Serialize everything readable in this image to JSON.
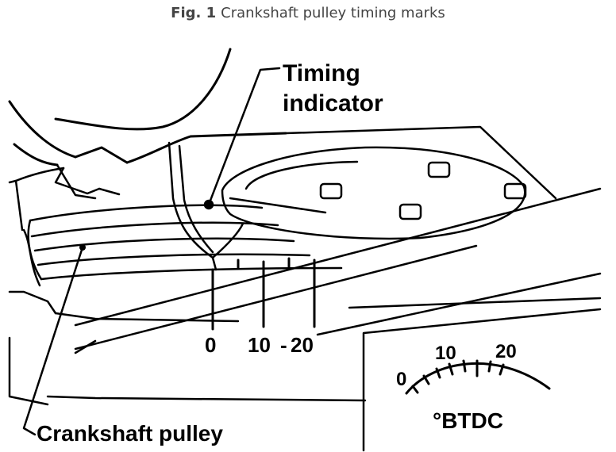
{
  "figure": {
    "number": "Fig. 1",
    "title": "Crankshaft pulley timing marks"
  },
  "labels": {
    "timing_indicator_line1": "Timing",
    "timing_indicator_line2": "indicator",
    "crankshaft_pulley": "Crankshaft pulley",
    "scale_0": "0",
    "scale_10": "10",
    "scale_dash": "-",
    "scale_20": "20",
    "inset_0": "0",
    "inset_10": "10",
    "inset_20": "20",
    "inset_unit": "°BTDC"
  }
}
